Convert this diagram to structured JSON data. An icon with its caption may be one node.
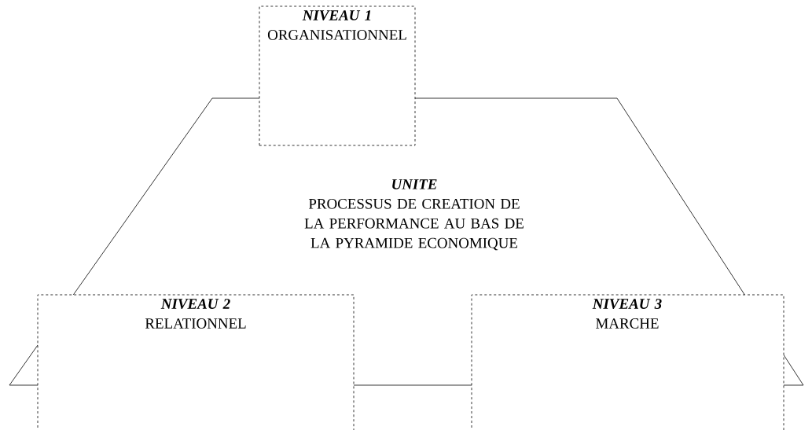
{
  "diagram": {
    "nodes": [
      {
        "text": [
          "UNITE",
          "PROCESSUS DE CREATION DE LA PERFORMANCE AU BAS DE LA PYRAMIDE ECONOMIQUE"
        ]
      },
      {
        "text": [
          "NIVEAU 1",
          "ORGANISATIONNEL"
        ]
      },
      {
        "text": [
          "NIVEAU 2",
          "RELATIONNEL"
        ]
      },
      {
        "text": [
          "NIVEAU 3",
          "MARCHE"
        ]
      }
    ]
  }
}
